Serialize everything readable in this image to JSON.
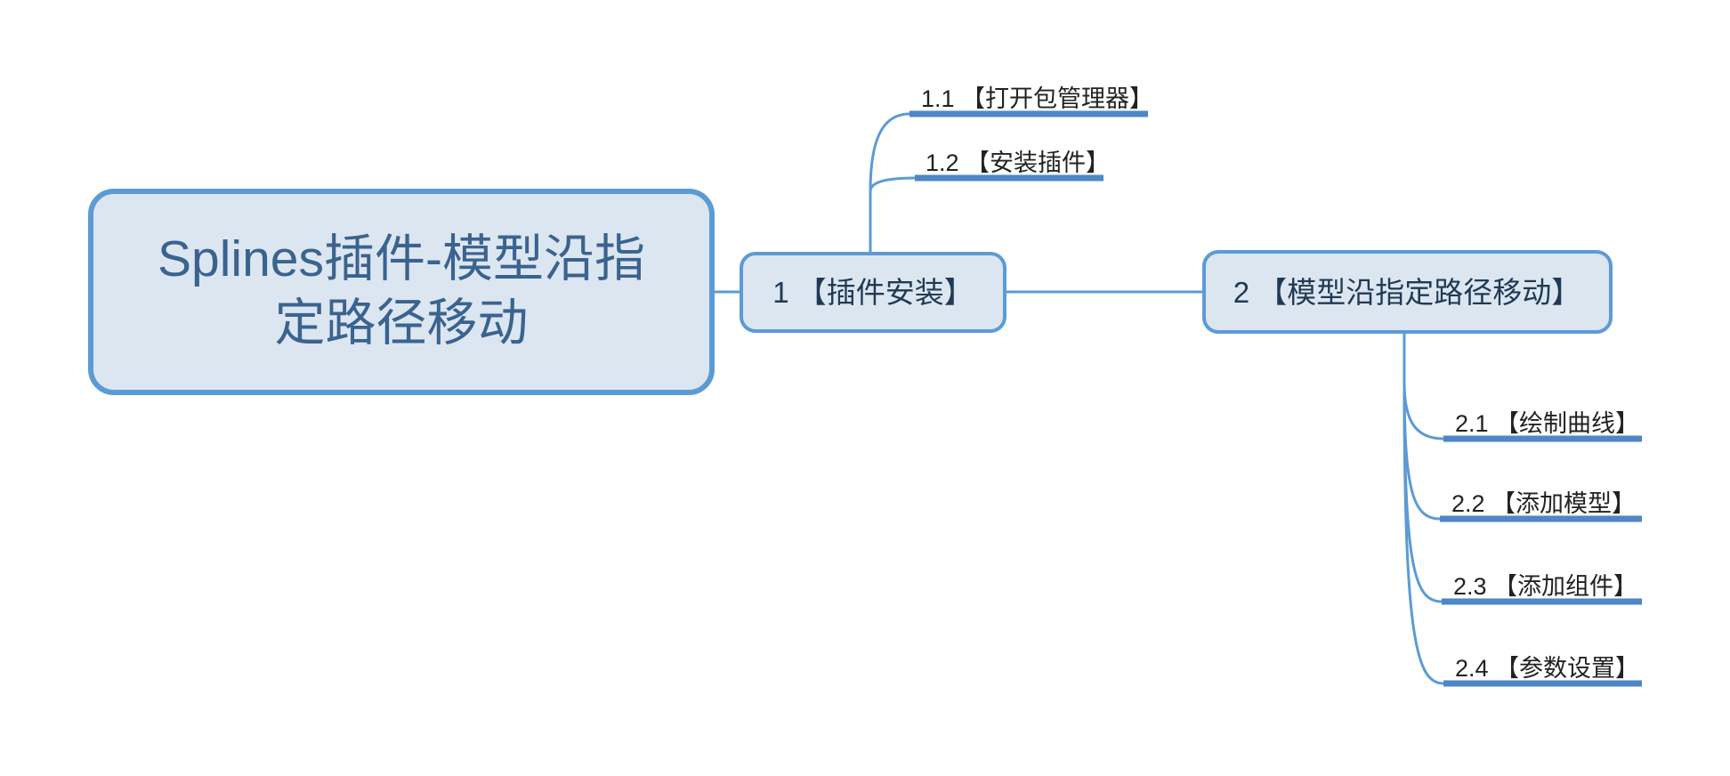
{
  "diagram": {
    "type": "mind-map",
    "title_node": {
      "label_line1": "Splines插件-模型沿指",
      "label_line2": "定路径移动",
      "full_label": "Splines插件-模型沿指定路径移动"
    },
    "colors": {
      "node_fill": "#DCE6F1",
      "node_border": "#5B9BD5",
      "connector": "#5B9BD5",
      "underline": "#4E86C6",
      "root_text": "#3A638F",
      "branch_text": "#1F3A54",
      "leaf_text": "#222222",
      "background": "#FFFFFF"
    },
    "branches": [
      {
        "id": "branch-1",
        "label": "1 【插件安装】",
        "children": [
          {
            "id": "leaf-1-1",
            "label": "1.1 【打开包管理器】"
          },
          {
            "id": "leaf-1-2",
            "label": "1.2 【安装插件】"
          }
        ]
      },
      {
        "id": "branch-2",
        "label": "2 【模型沿指定路径移动】",
        "children": [
          {
            "id": "leaf-2-1",
            "label": "2.1 【绘制曲线】"
          },
          {
            "id": "leaf-2-2",
            "label": "2.2 【添加模型】"
          },
          {
            "id": "leaf-2-3",
            "label": "2.3 【添加组件】"
          },
          {
            "id": "leaf-2-4",
            "label": "2.4 【参数设置】"
          }
        ]
      }
    ]
  }
}
